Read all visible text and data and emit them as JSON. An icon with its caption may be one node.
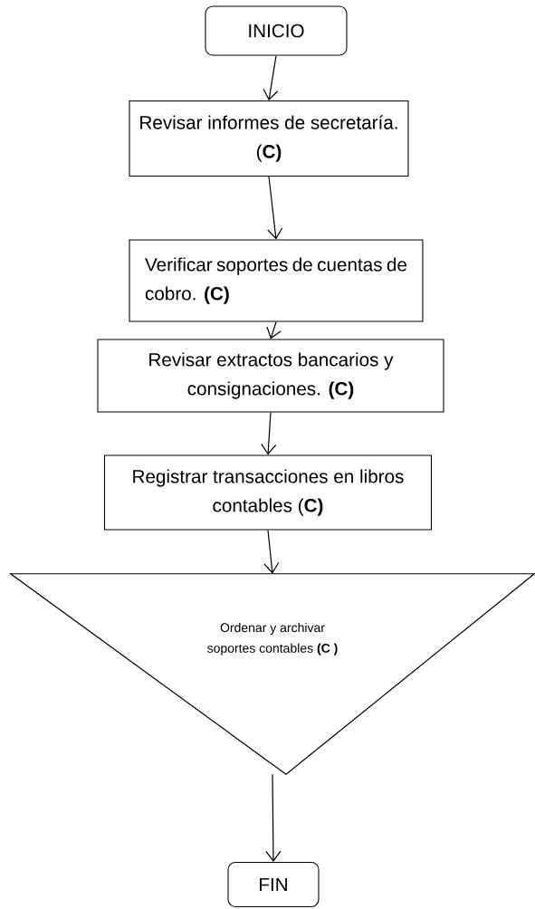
{
  "diagram": {
    "nodes": [
      {
        "text": [
          "INICIO"
        ]
      },
      {
        "text": [
          "Revisar informes de secretaría. (**C)**"
        ]
      },
      {
        "text": [
          "Verificar soportes de cuentas de cobro. **(C)**"
        ]
      },
      {
        "text": [
          "Revisar extractos bancarios y consignaciones. **(C)**"
        ]
      },
      {
        "text": [
          "Registrar transacciones en libros contables (**C)**"
        ]
      },
      {
        "text": [
          "Ordenar y archivar soportes contables **(C )**"
        ]
      },
      {
        "text": [
          "FIN"
        ]
      }
    ],
    "edges": [
      {
        "from": 0,
        "to": 1,
        "arrow": "to"
      },
      {
        "from": 1,
        "to": 2,
        "arrow": "to"
      },
      {
        "from": 2,
        "to": 3,
        "arrow": "to"
      },
      {
        "from": 3,
        "to": 4,
        "arrow": "to"
      },
      {
        "from": 4,
        "to": 5,
        "arrow": "to"
      },
      {
        "from": 5,
        "to": 6,
        "arrow": "to"
      }
    ]
  }
}
